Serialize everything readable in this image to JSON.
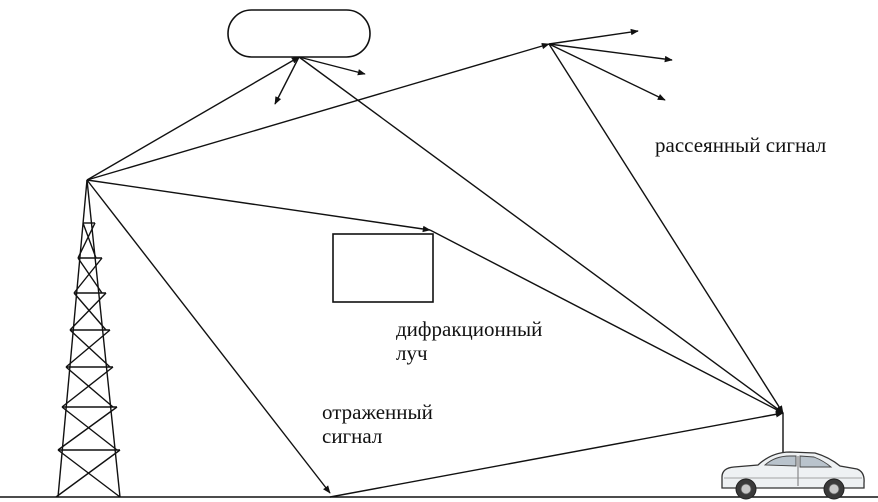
{
  "labels": {
    "scattered": "рассеянный сигнал",
    "diffraction_line1": "дифракционный",
    "diffraction_line2": "луч",
    "reflected_line1": "отраженный",
    "reflected_line2": "сигнал"
  },
  "colors": {
    "stroke": "#111111",
    "background": "#ffffff",
    "car_body": "#eef1f3"
  },
  "icons": [
    "tower-icon",
    "car-icon"
  ]
}
